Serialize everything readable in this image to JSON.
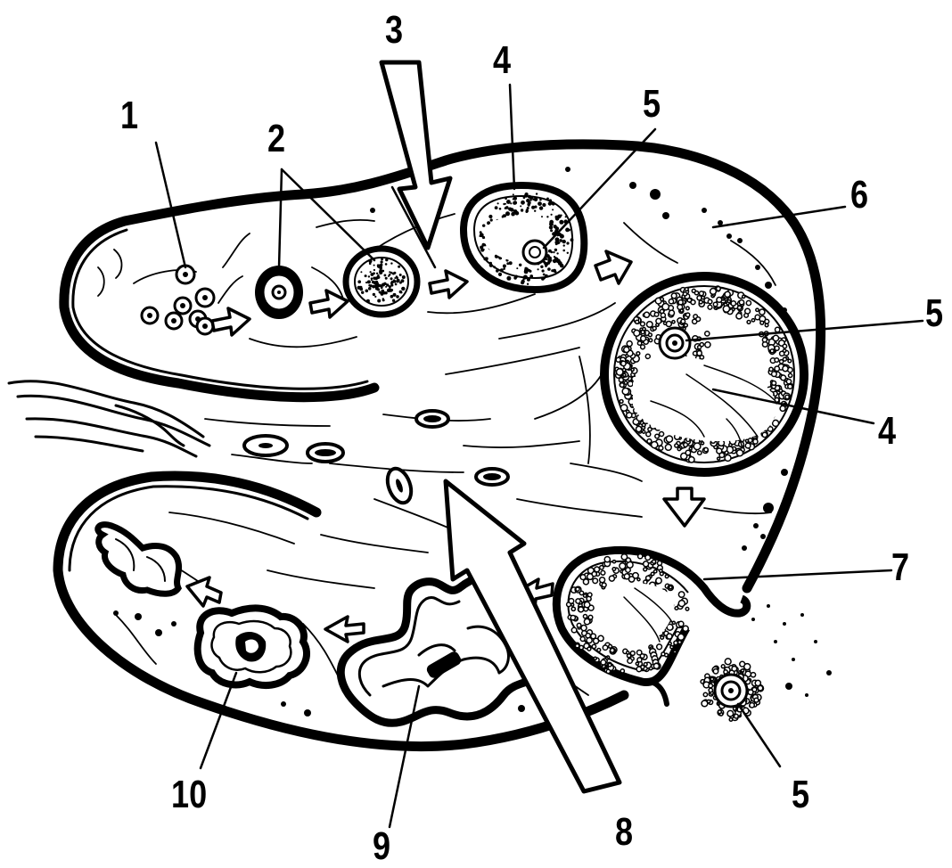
{
  "labels": {
    "l1": "1",
    "l2": "2",
    "l3": "3",
    "l4a": "4",
    "l4b": "4",
    "l5a": "5",
    "l5b": "5",
    "l5c": "5",
    "l6": "6",
    "l7": "7",
    "l8": "8",
    "l9": "9",
    "l10": "10"
  },
  "colors": {
    "ink": "#000000",
    "paper": "#ffffff"
  }
}
